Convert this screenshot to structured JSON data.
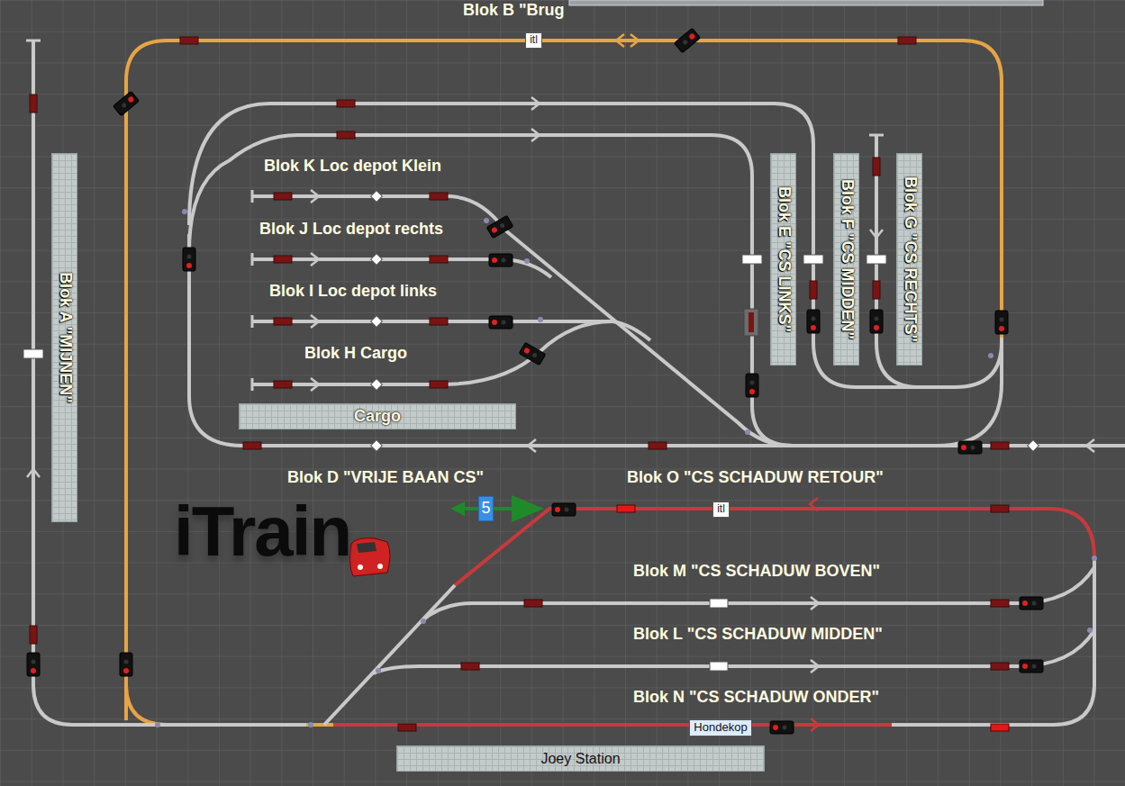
{
  "diagram": {
    "nodes": [
      {
        "text": [
          "Blok A \"MIJNEN\""
        ]
      },
      {
        "text": [
          "Blok E \"CS LINKS\""
        ]
      },
      {
        "text": [
          "Blok F \"CS MIDDEN\""
        ]
      },
      {
        "text": [
          "Blok G \"CS RECHTS\""
        ]
      },
      {
        "text": [
          "Cargo"
        ]
      },
      {
        "text": [
          "Joey Station"
        ]
      },
      {
        "text": [
          "itl"
        ]
      },
      {
        "text": [
          "itl"
        ]
      },
      {
        "text": [
          "Hondekop"
        ]
      },
      {
        "text": [
          "5"
        ]
      }
    ],
    "labels": [
      "Blok B \"Brug",
      "Blok K Loc depot Klein",
      "Blok J Loc depot rechts",
      "Blok I Loc depot links",
      "Blok H Cargo",
      "Blok D \"VRIJE BAAN CS\"",
      "Blok O \"CS SCHADUW RETOUR\"",
      "Blok M \"CS SCHADUW BOVEN\"",
      "Blok L \"CS SCHADUW MIDDEN\"",
      "Blok N \"CS SCHADUW ONDER\"",
      "iTrain"
    ]
  }
}
